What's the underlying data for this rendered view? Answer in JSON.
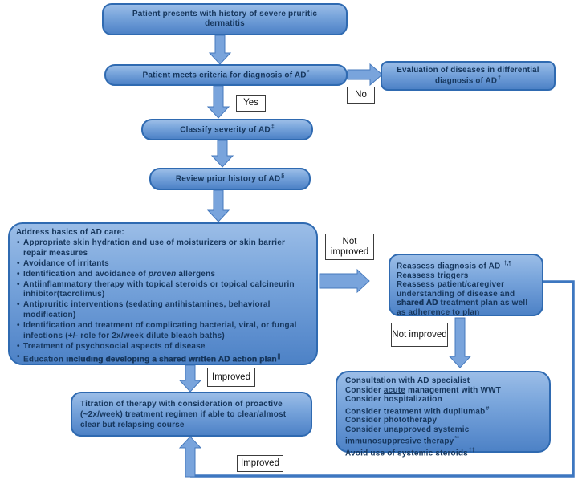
{
  "labels": {
    "yes": "Yes",
    "no": "No",
    "improved_1": "Improved",
    "improved_2": "Improved",
    "not_improved_1": "Not improved",
    "not_improved_2": "Not improved"
  },
  "boxes": {
    "presents": {
      "line1": "Patient presents with history of severe pruritic",
      "line2": "dermatitis"
    },
    "criteria": {
      "text": "Patient meets criteria for diagnosis of AD",
      "sup": "*"
    },
    "evaluation": {
      "line1": "Evaluation of diseases in differential",
      "line2": "diagnosis of AD",
      "sup": "†"
    },
    "classify": {
      "text": "Classify severity of AD",
      "sup": "‡"
    },
    "review": {
      "text": "Review prior history of AD",
      "sup": "§"
    },
    "basics": {
      "title": "Address basics of AD care:",
      "bullets": [
        {
          "pre": "Appropriate skin hydration and use of moisturizers or skin barrier repair measures"
        },
        {
          "pre": "Avoidance of irritants"
        },
        {
          "pre": "Identification and avoidance of ",
          "em": "proven",
          "post": " allergens"
        },
        {
          "pre": "Antiinflammatory therapy with topical steroids or topical calcineurin inhibitor(tacrolimus)"
        },
        {
          "pre": "Antipruritic interventions (sedating antihistamines, behavioral modification)"
        },
        {
          "pre": "Identification and treatment of complicating bacterial, viral, or fungal infections (+/- role for 2x/week dilute bleach baths)"
        },
        {
          "pre": "Treatment of psychosocial aspects of disease"
        },
        {
          "pre": "Education ",
          "strong": "including developing a shared written AD action plan",
          "sup": "||"
        }
      ]
    },
    "reassess": {
      "line1": "Reassess diagnosis of AD ",
      "line1_sup": "†,¶",
      "line2": "Reassess triggers",
      "line3_pre": "Reassess patient/caregiver understanding of disease and ",
      "line3_strong": "shared AD",
      "line3_post": " treatment plan as well as adherence to plan"
    },
    "consult": {
      "line1": "Consultation with AD specialist",
      "line2_pre": "Consider ",
      "line2_u": "acute",
      "line2_post": " management with WWT",
      "line3": "Consider hospitalization",
      "line4": "Consider treatment with dupilumab",
      "line4_sup": "#",
      "line5": "Consider phototherapy",
      "line6": "Consider unapproved systemic immunosuppresive therapy",
      "line6_sup": "**",
      "line7": "Avoid use of systemic steroids",
      "line7_sup": "††"
    },
    "titration": {
      "text": "Titration of therapy with consideration of proactive (~2x/week) treatment regimen if able to clear/almost clear but relapsing course"
    }
  },
  "colors": {
    "box_fill_top": "#9bbde7",
    "box_fill_bottom": "#4d82c6",
    "box_border": "#2f6ab1",
    "box_text": "#16365c",
    "arrow_fill": "#79a4dc",
    "arrow_stroke": "#4579bd",
    "connector": "#3d77c0",
    "label_border": "#3c3c3c",
    "background": "#ffffff"
  }
}
